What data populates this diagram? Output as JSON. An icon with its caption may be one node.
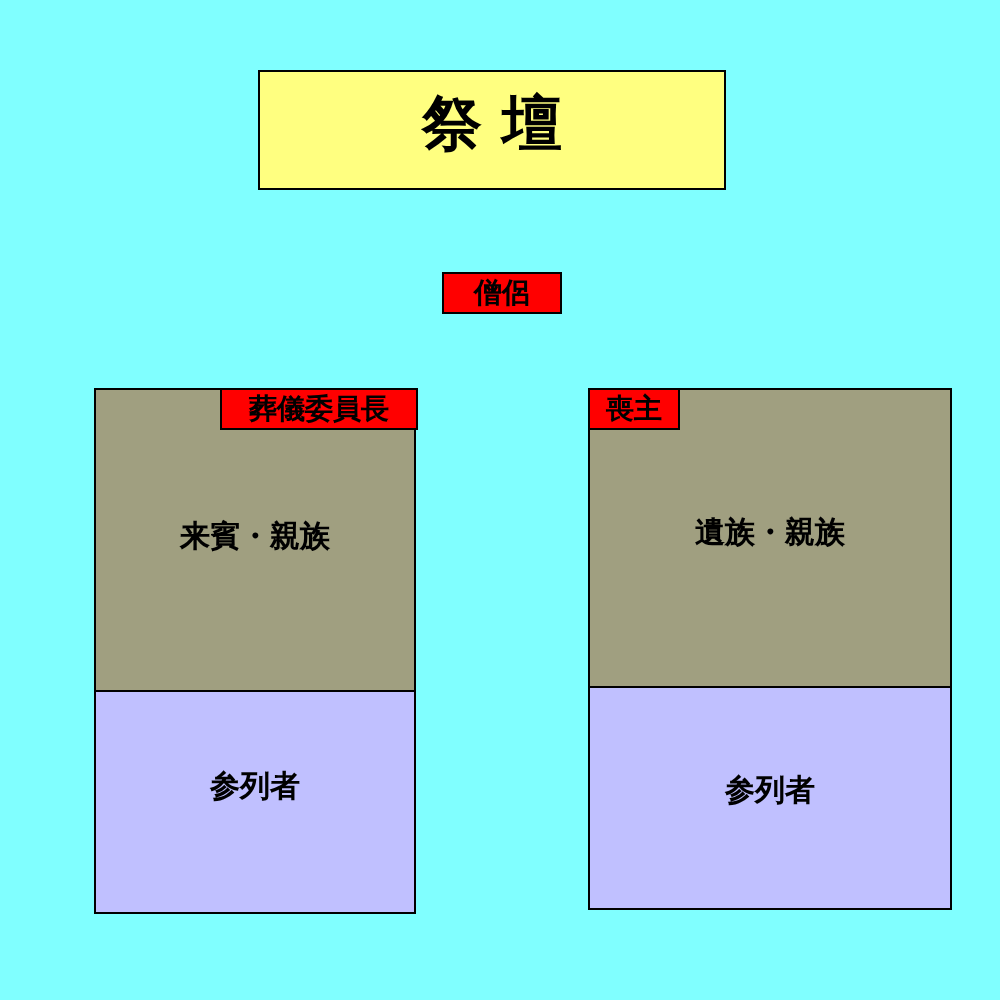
{
  "diagram": {
    "nodes": [
      {
        "text": [
          "祭 壇"
        ]
      },
      {
        "text": [
          "僧侶"
        ]
      },
      {
        "text": [
          "来賓・親族"
        ]
      },
      {
        "text": [
          "葬儀委員長"
        ],
        "in": 2
      },
      {
        "text": [
          "参列者"
        ]
      },
      {
        "text": [
          "遺族・親族"
        ]
      },
      {
        "text": [
          "喪主"
        ],
        "in": 5
      },
      {
        "text": [
          "参列者"
        ]
      }
    ]
  }
}
